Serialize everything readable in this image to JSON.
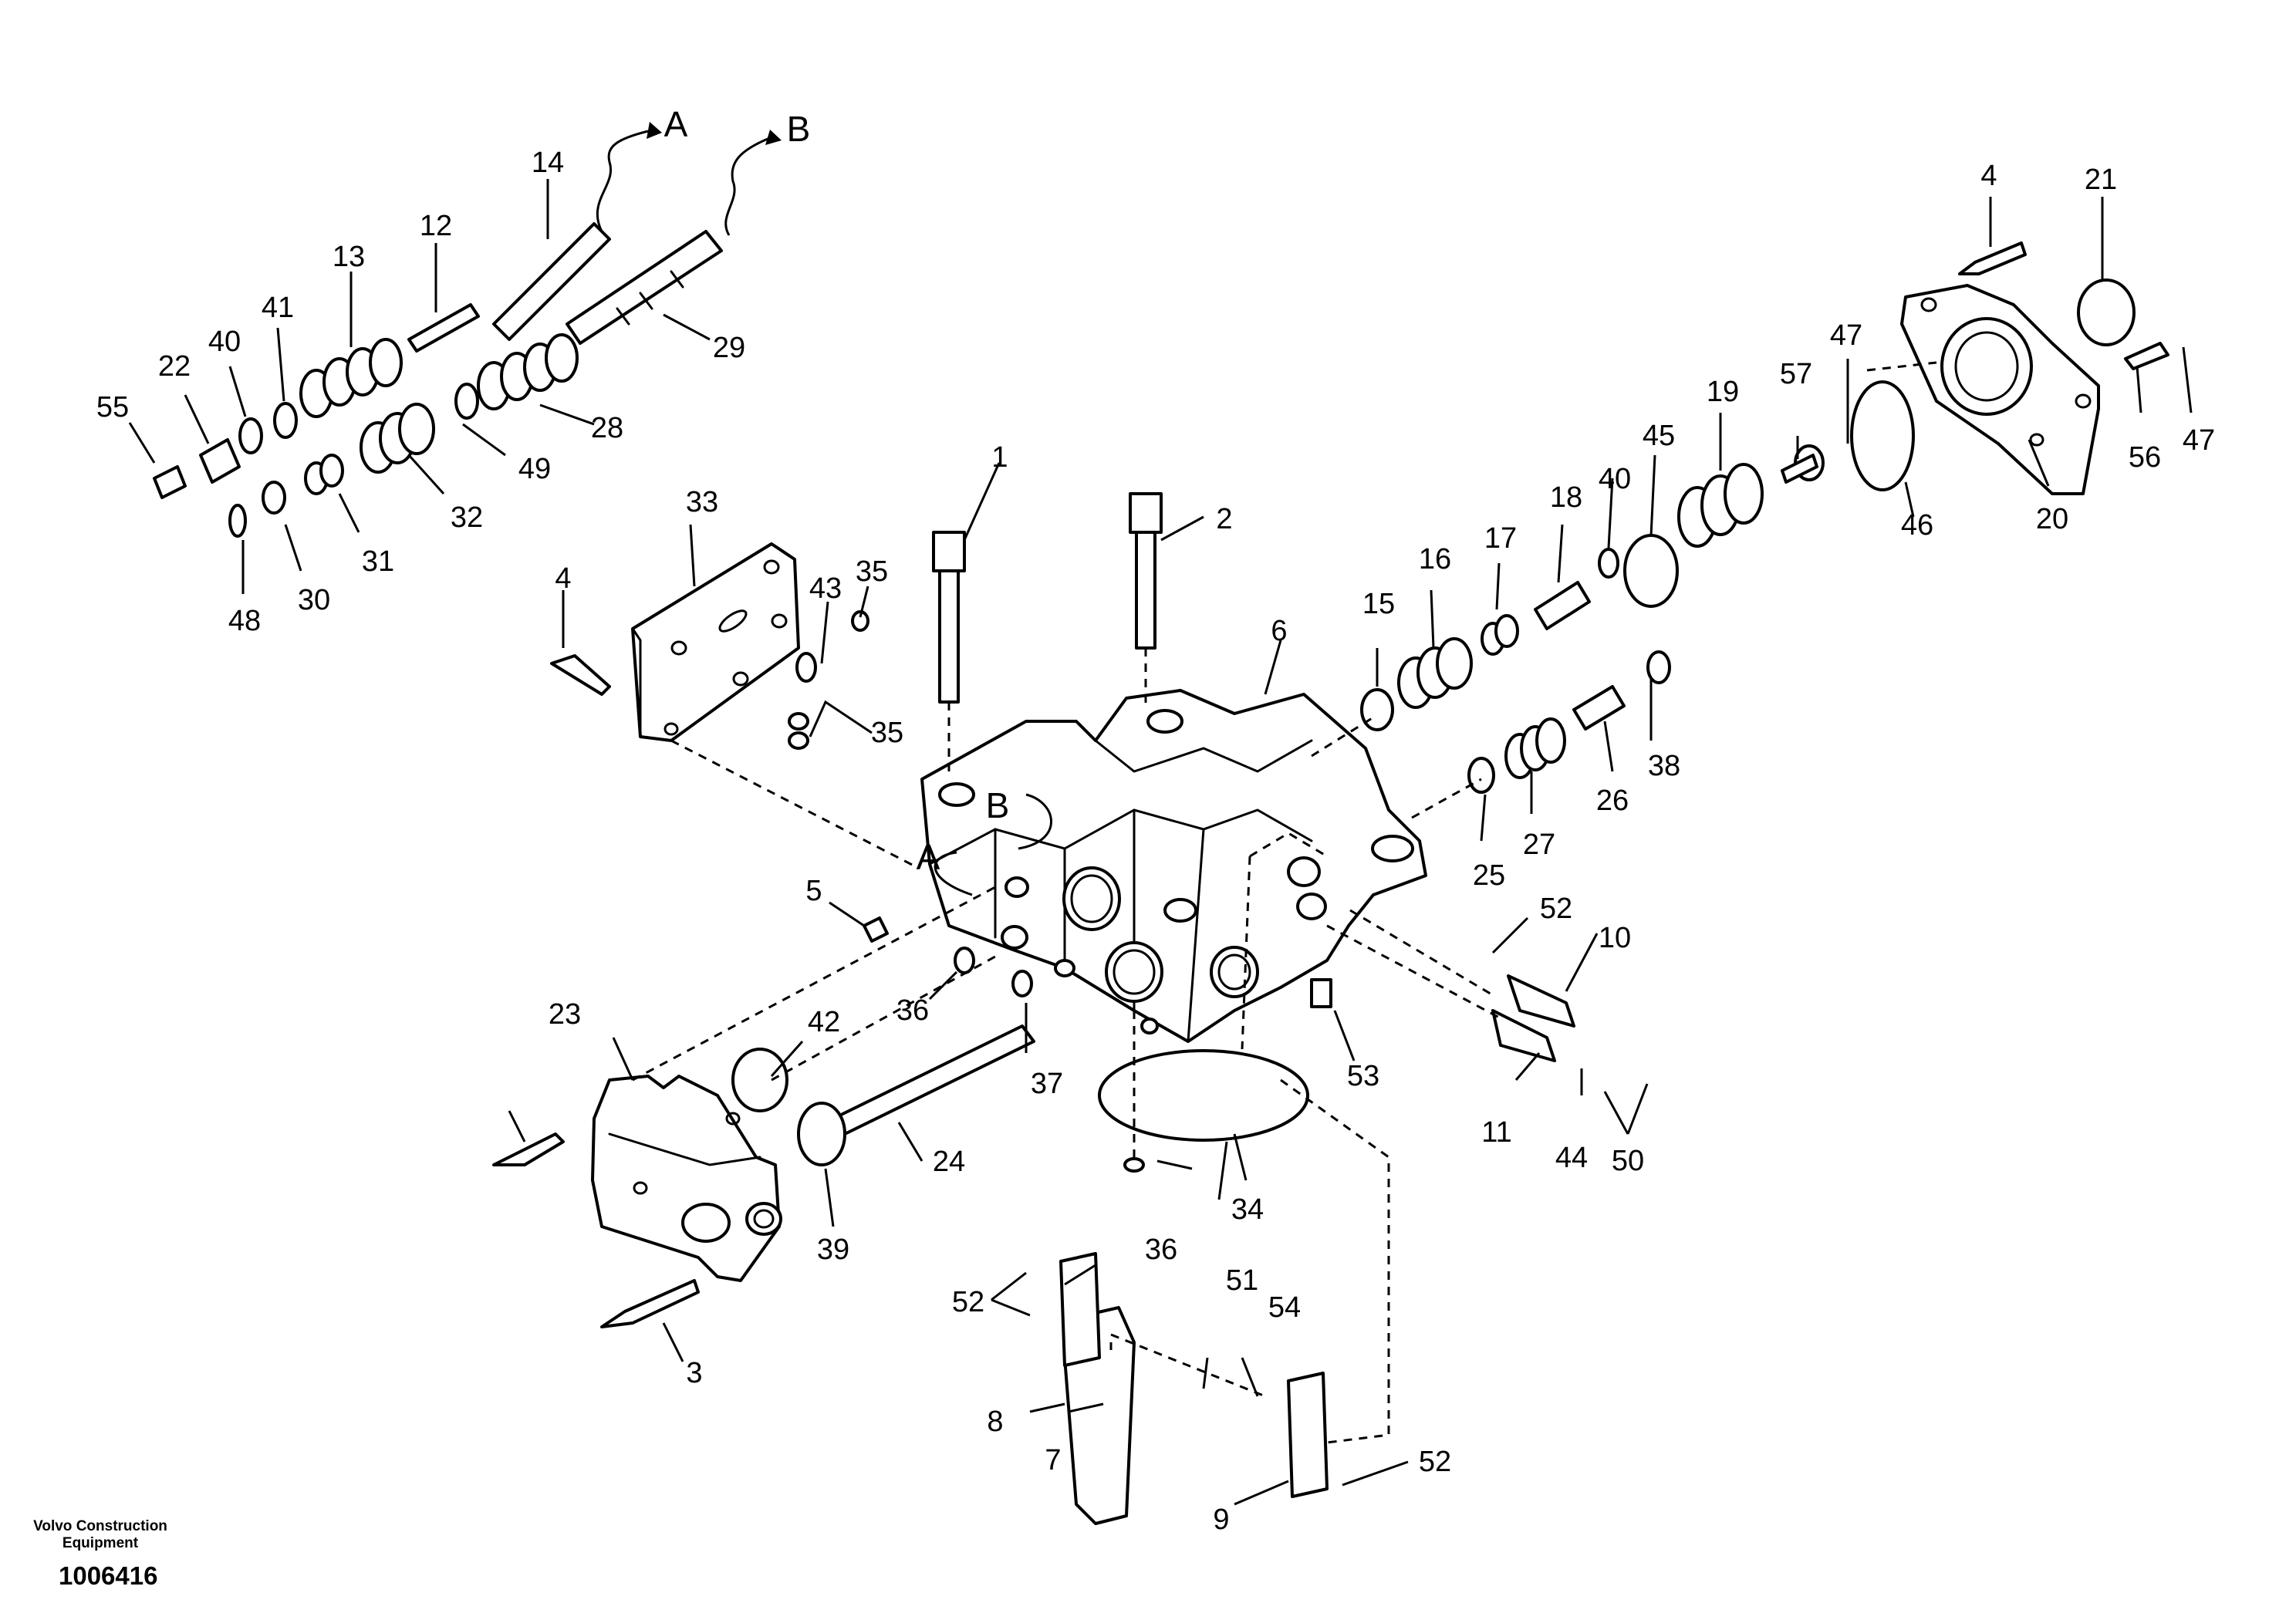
{
  "callouts": [
    "55",
    "22",
    "40",
    "41",
    "13",
    "12",
    "14",
    "29",
    "28",
    "49",
    "32",
    "31",
    "30",
    "48",
    "33",
    "4",
    "43",
    "35",
    "1",
    "2",
    "6",
    "5",
    "36",
    "37",
    "24",
    "23",
    "42",
    "39",
    "3",
    "15",
    "16",
    "17",
    "18",
    "40",
    "45",
    "19",
    "57",
    "47",
    "4",
    "21",
    "20",
    "56",
    "47",
    "46",
    "26",
    "38",
    "25",
    "27",
    "52",
    "10",
    "11",
    "44",
    "50",
    "53",
    "34",
    "36",
    "52",
    "8",
    "7",
    "51",
    "54",
    "9",
    "52",
    "35"
  ],
  "flow_refs": [
    "A",
    "B",
    "B",
    "A"
  ],
  "footer": {
    "publisher": "Volvo Construction\nEquipment",
    "image_number": "1006416"
  }
}
